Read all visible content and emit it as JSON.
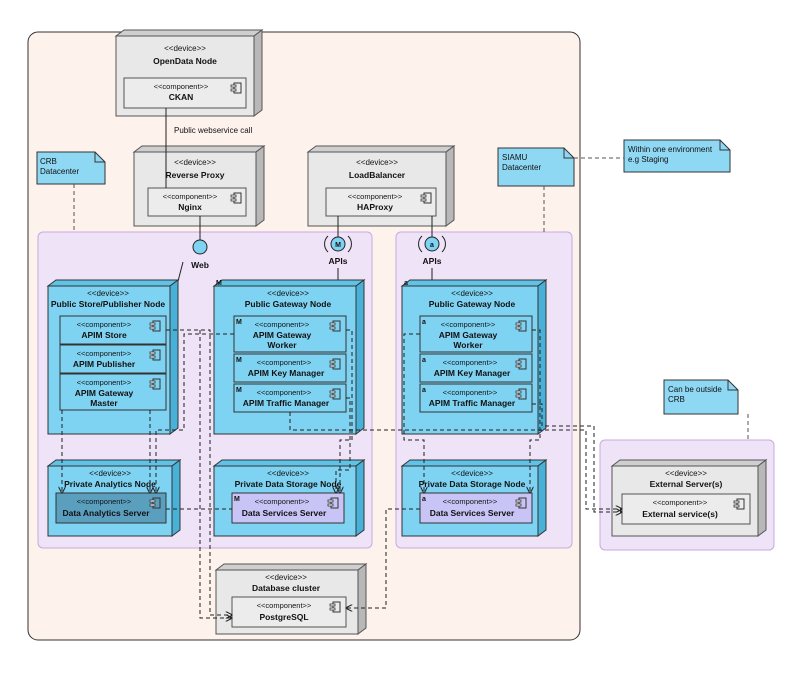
{
  "labels": {
    "device": "<<device>>",
    "component": "<<component>>"
  },
  "opendata": {
    "name": "OpenData Node",
    "component": "CKAN"
  },
  "call_label": "Public webservice call",
  "reverse_proxy": {
    "name": "Reverse Proxy",
    "component": "Nginx"
  },
  "load_balancer": {
    "name": "LoadBalancer",
    "component": "HAProxy"
  },
  "notes": {
    "crb": [
      "CRB",
      "Datacenter"
    ],
    "siamu": [
      "SIAMU",
      "Datacenter"
    ],
    "env": [
      "Within one environment",
      "e.g Staging"
    ],
    "outside": [
      "Can be outside",
      "CRB"
    ]
  },
  "interfaces": {
    "web": "Web",
    "apis_m": "APIs",
    "apis_a": "APIs",
    "m_mark": "M",
    "a_mark": "a"
  },
  "store_node": {
    "name": "Public Store/Publisher Node",
    "components": [
      "APIM Store",
      "APIM Publisher",
      [
        "APIM Gateway",
        "Master"
      ]
    ]
  },
  "gateway_m": {
    "name": "Public Gateway Node",
    "components": [
      [
        "APIM Gateway",
        "Worker"
      ],
      "APIM Key Manager",
      "APIM Traffic Manager"
    ]
  },
  "gateway_a": {
    "name": "Public Gateway Node",
    "components": [
      [
        "APIM Gateway",
        "Worker"
      ],
      "APIM Key Manager",
      "APIM Traffic Manager"
    ]
  },
  "analytics": {
    "name": "Private Analytics Node",
    "component": "Data Analytics Server"
  },
  "storage_m": {
    "name": "Private Data Storage Node",
    "component": "Data Services Server"
  },
  "storage_a": {
    "name": "Private Data Storage Node",
    "component": "Data Services Server"
  },
  "external": {
    "name": "External Server(s)",
    "component": "External service(s)"
  },
  "database": {
    "name": "Database cluster",
    "component": "PostgreSQL"
  },
  "colors": {
    "region": "#fdf3ec",
    "lilac": "#efe3f7",
    "lilac_border": "#c9a8e0",
    "node_cyan": "#7fd3f2",
    "node_gray": "#e8e8e8",
    "note": "#8fd8f4",
    "analytics_component": "#5b9fbf",
    "storage_component": "#c8c4f6"
  }
}
